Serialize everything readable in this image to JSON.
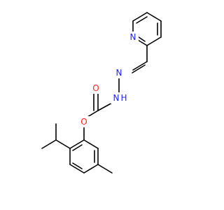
{
  "molecule": {
    "atoms": {
      "pyridine_n": {
        "symbol": "N",
        "color": "#2020ff"
      },
      "imine_n": {
        "symbol": "N",
        "color": "#2020ff"
      },
      "hydrazide_nh": {
        "symbol": "N",
        "hydrogen": "H",
        "color": "#2020ff"
      },
      "carbonyl_o": {
        "symbol": "O",
        "color": "#ff2020"
      },
      "ester_o": {
        "symbol": "O",
        "color": "#ff2020"
      }
    },
    "colors": {
      "bond": "#000000",
      "nitrogen": "#2020ff",
      "oxygen": "#ff2020"
    }
  }
}
